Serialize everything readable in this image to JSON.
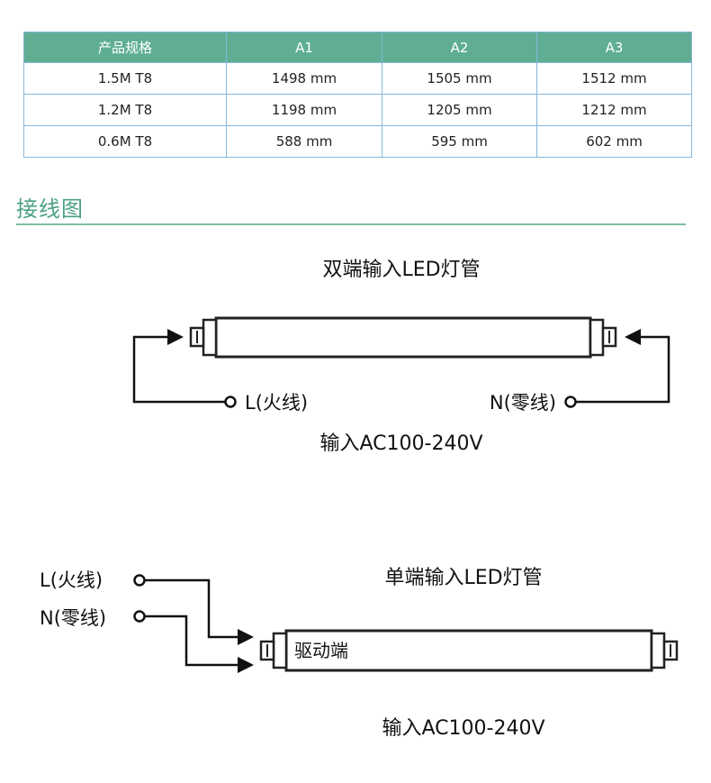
{
  "spec_table": {
    "headers": [
      "产品规格",
      "A1",
      "A2",
      "A3"
    ],
    "rows": [
      [
        "1.5M T8",
        "1498 mm",
        "1505 mm",
        "1512 mm"
      ],
      [
        "1.2M T8",
        "1198 mm",
        "1205 mm",
        "1212 mm"
      ],
      [
        "0.6M T8",
        "588 mm",
        "595 mm",
        "602 mm"
      ]
    ],
    "header_color": "#5fae94",
    "border_color": "#86b8dc"
  },
  "section": {
    "title": "接线图",
    "color": "#4aa183"
  },
  "double_ended": {
    "title": "双端输入LED灯管",
    "live_label": "L(火线)",
    "neutral_label": "N(零线)",
    "input_label": "输入AC100-240V"
  },
  "single_ended": {
    "title": "单端输入LED灯管",
    "live_label": "L(火线)",
    "neutral_label": "N(零线)",
    "driver_label": "驱动端",
    "input_label": "输入AC100-240V"
  },
  "icons": [
    "arrow-right-icon",
    "arrow-left-icon",
    "terminal-circle-icon"
  ]
}
